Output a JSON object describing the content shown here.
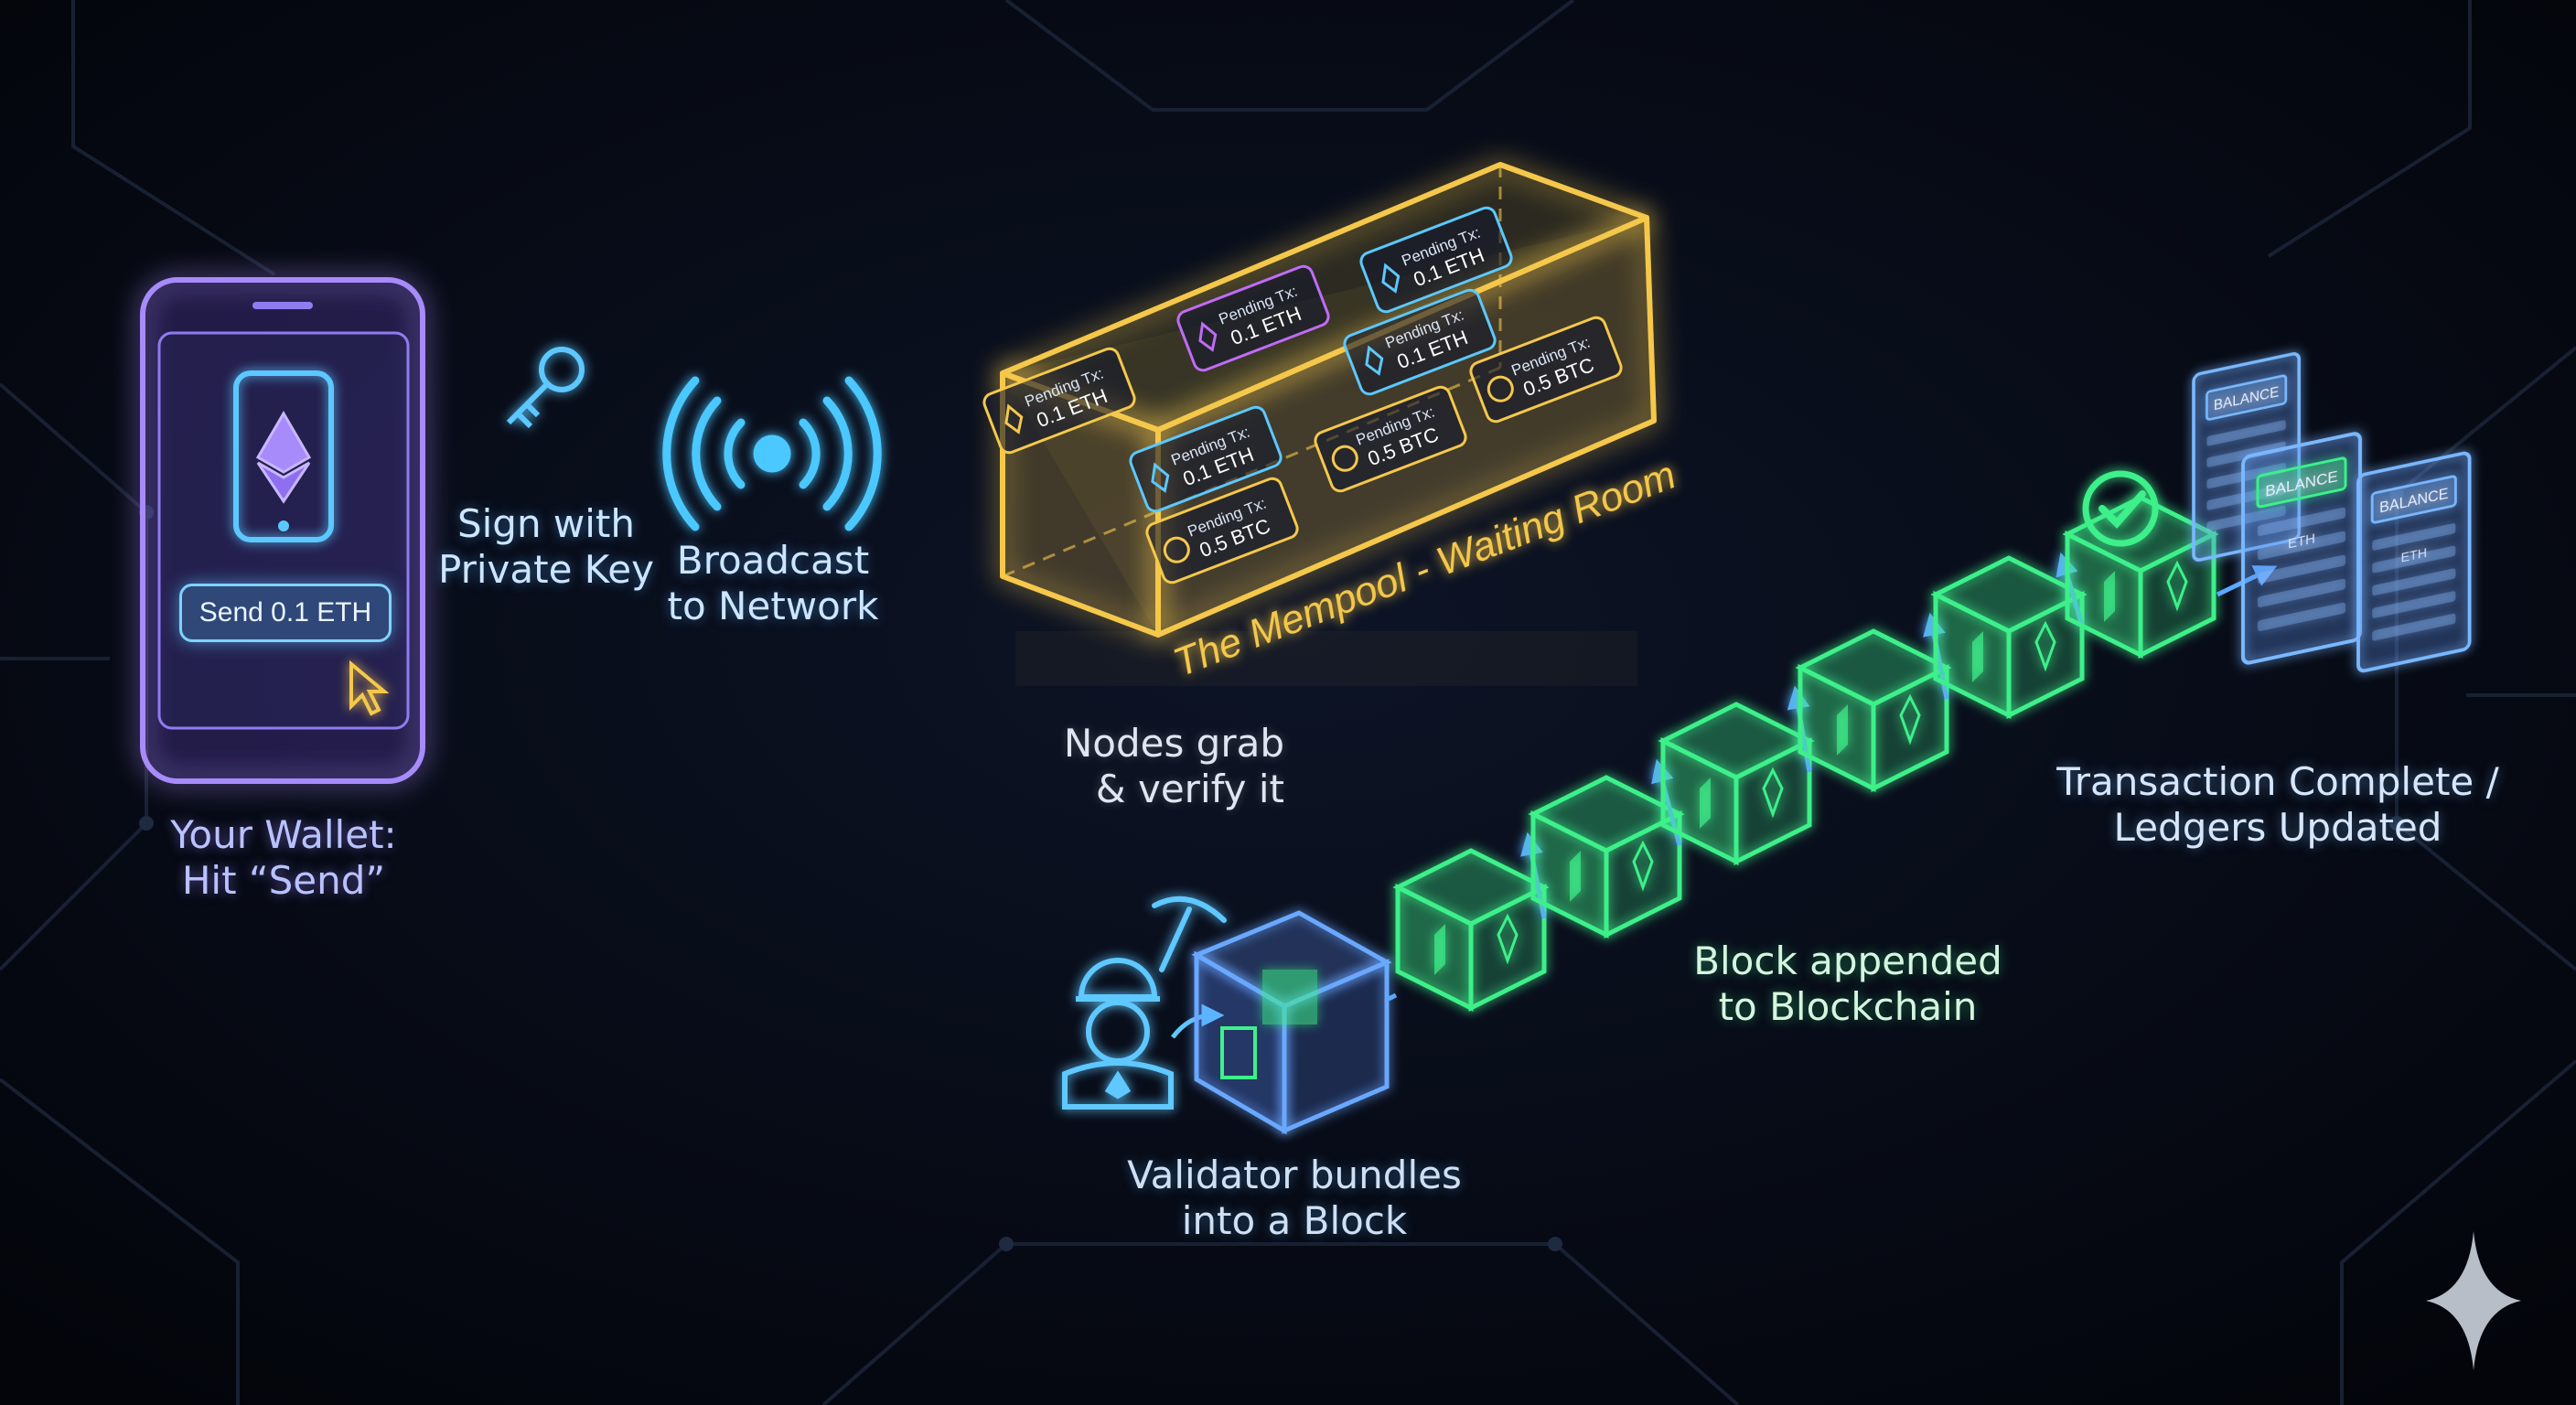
{
  "wallet": {
    "send_button": "Send 0.1 ETH",
    "label_line1": "Your Wallet:",
    "label_line2": "Hit “Send”"
  },
  "sign": {
    "line1": "Sign with",
    "line2": "Private Key"
  },
  "broadcast": {
    "line1": "Broadcast",
    "line2": "to Network"
  },
  "mempool": {
    "title": "The Mempool - Waiting Room",
    "tx_prefix": "Pending Tx:",
    "txs": [
      {
        "prefix": "Pending Tx:",
        "amount": "0.1 ETH",
        "coin": "eth"
      },
      {
        "prefix": "Pending Tx:",
        "amount": "0.1 ETH",
        "coin": "eth"
      },
      {
        "prefix": "Pending Tx:",
        "amount": "0.1 ETH",
        "coin": "eth"
      },
      {
        "prefix": "Pending Tx:",
        "amount": "0.1 ETH",
        "coin": "eth"
      },
      {
        "prefix": "Pending Tx:",
        "amount": "0.5 BTC",
        "coin": "btc"
      },
      {
        "prefix": "Pending Tx:",
        "amount": "0.1 ETH",
        "coin": "eth"
      },
      {
        "prefix": "Pending Tx:",
        "amount": "0.5 BTC",
        "coin": "btc"
      },
      {
        "prefix": "Pending Tx:",
        "amount": "0.5 BTC",
        "coin": "btc"
      }
    ]
  },
  "nodes": {
    "line1": "Nodes grab",
    "line2": "& verify it"
  },
  "validator": {
    "line1": "Validator bundles",
    "line2": "into a Block"
  },
  "blockchain": {
    "line1": "Block appended",
    "line2": "to Blockchain"
  },
  "complete": {
    "line1": "Transaction Complete /",
    "line2": "Ledgers Updated"
  },
  "ledgers": {
    "card_label": "BALANCE",
    "tags": [
      "ETH",
      "ETH"
    ]
  },
  "colors": {
    "background": "#05070f",
    "wallet": "#a78bfa",
    "flow": "#38bdf8",
    "mempool": "#f5c84c",
    "chain": "#3ef08a",
    "validator": "#5ec8ff",
    "ledger": "#7ab8ff"
  },
  "icons": [
    "ethereum-icon",
    "cursor-icon",
    "key-icon",
    "broadcast-icon",
    "bitcoin-icon",
    "miner-icon",
    "pickaxe-icon",
    "checkmark-icon",
    "ledger-icon",
    "sparkle-icon"
  ]
}
